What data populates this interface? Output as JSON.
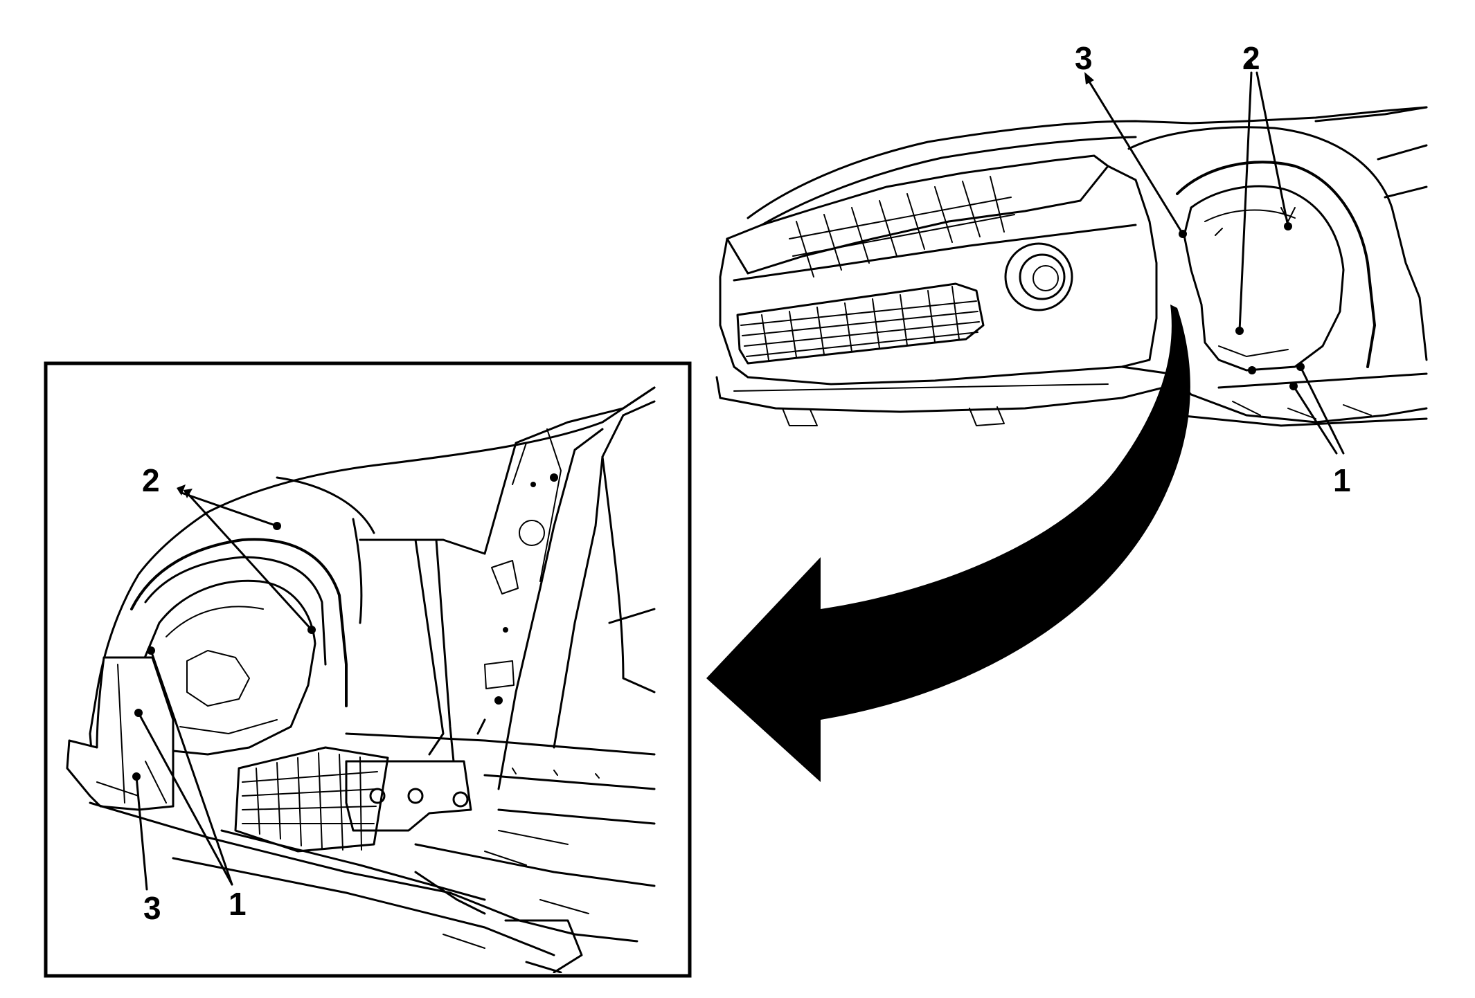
{
  "callouts": {
    "main_view": {
      "c3": "3",
      "c2": "2",
      "c1": "1"
    },
    "detail_view": {
      "c2": "2",
      "c3": "3",
      "c1": "1"
    }
  },
  "colors": {
    "line": "#000000",
    "background": "#ffffff"
  }
}
